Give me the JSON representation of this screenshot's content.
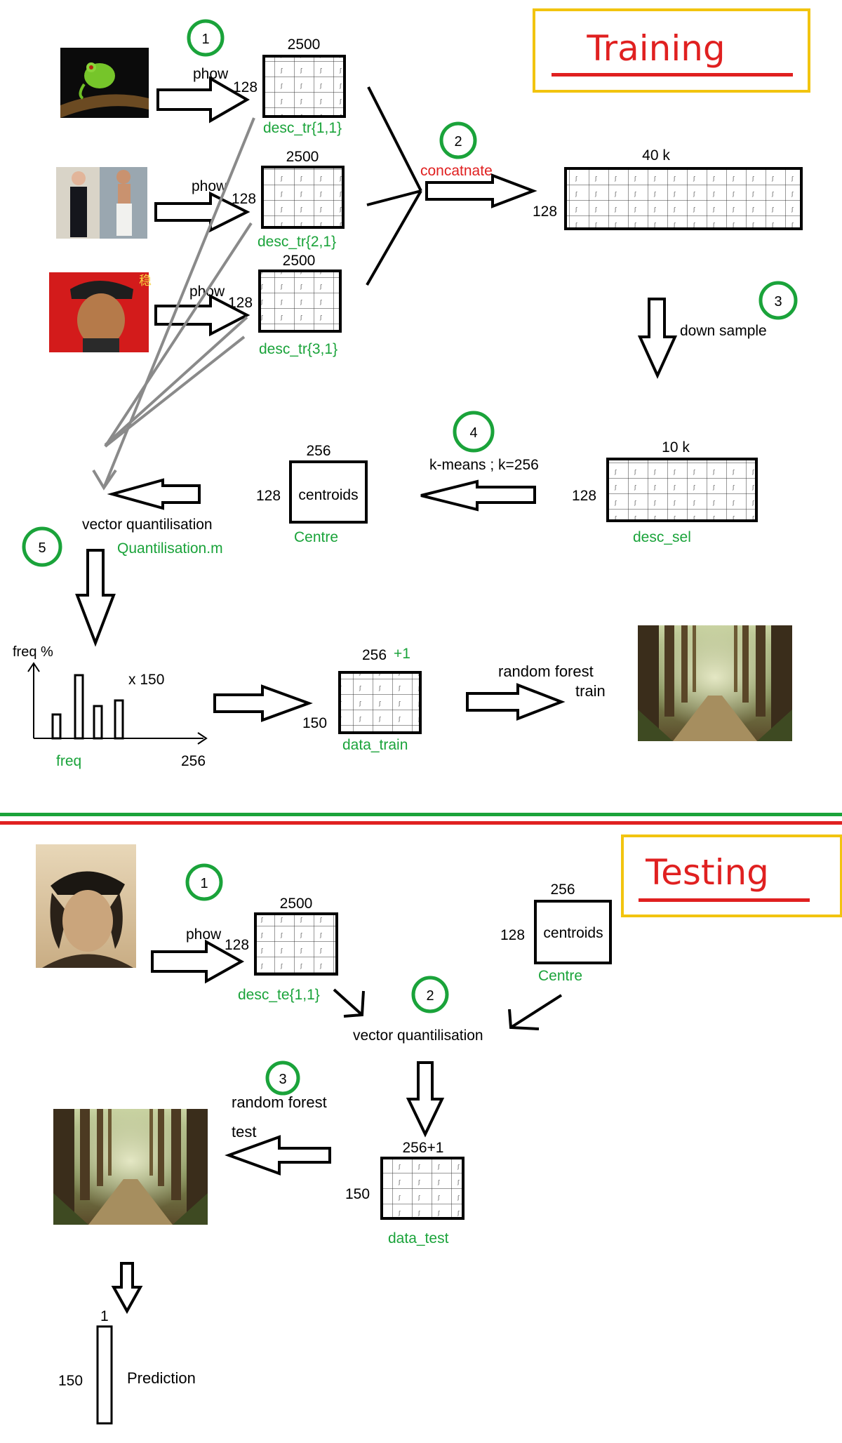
{
  "colors": {
    "green": "#1aa33a",
    "red": "#e02020",
    "yellow": "#f2c40f",
    "black": "#000000",
    "gray": "#8a8a8a"
  },
  "training": {
    "title": "Training",
    "steps": [
      "1",
      "2",
      "3",
      "4",
      "5"
    ],
    "phow_labels": [
      "phow",
      "phow",
      "phow"
    ],
    "desc_tr": [
      {
        "label": "desc_tr{1,1}",
        "cols": "2500",
        "rows": "128"
      },
      {
        "label": "desc_tr{2,1}",
        "cols": "2500",
        "rows": "128"
      },
      {
        "label": "desc_tr{3,1}",
        "cols": "2500",
        "rows": "128"
      }
    ],
    "concat_label": "concatnate",
    "concat_matrix": {
      "cols": "40 k",
      "rows": "128"
    },
    "down_sample_label": "down sample",
    "desc_sel": {
      "label": "desc_sel",
      "cols": "10 k",
      "rows": "128"
    },
    "kmeans_label": "k-means ; k=256",
    "centroids": {
      "text": "centroids",
      "label": "Centre",
      "cols": "256",
      "rows": "128"
    },
    "vq_label": "vector quantilisation",
    "vq_file": "Quantilisation.m",
    "hist": {
      "ylabel": "freq %",
      "xlabel": "freq",
      "xmax": "256",
      "multiplier": "x 150"
    },
    "data_train": {
      "label": "data_train",
      "cols": "256",
      "plus": "+1",
      "rows": "150"
    },
    "rf_train_label": [
      "random forest",
      "train"
    ]
  },
  "testing": {
    "title": "Testing",
    "steps": [
      "1",
      "2",
      "3"
    ],
    "phow_label": "phow",
    "desc_te": {
      "label": "desc_te{1,1}",
      "cols": "2500",
      "rows": "128"
    },
    "centroids": {
      "text": "centroids",
      "label": "Centre",
      "cols": "256",
      "rows": "128"
    },
    "vq_label": "vector quantilisation",
    "data_test": {
      "label": "data_test",
      "cols": "256+1",
      "rows": "150"
    },
    "rf_test_label": [
      "random forest",
      "test"
    ],
    "prediction": {
      "label": "Prediction",
      "cols": "1",
      "rows": "150"
    }
  }
}
